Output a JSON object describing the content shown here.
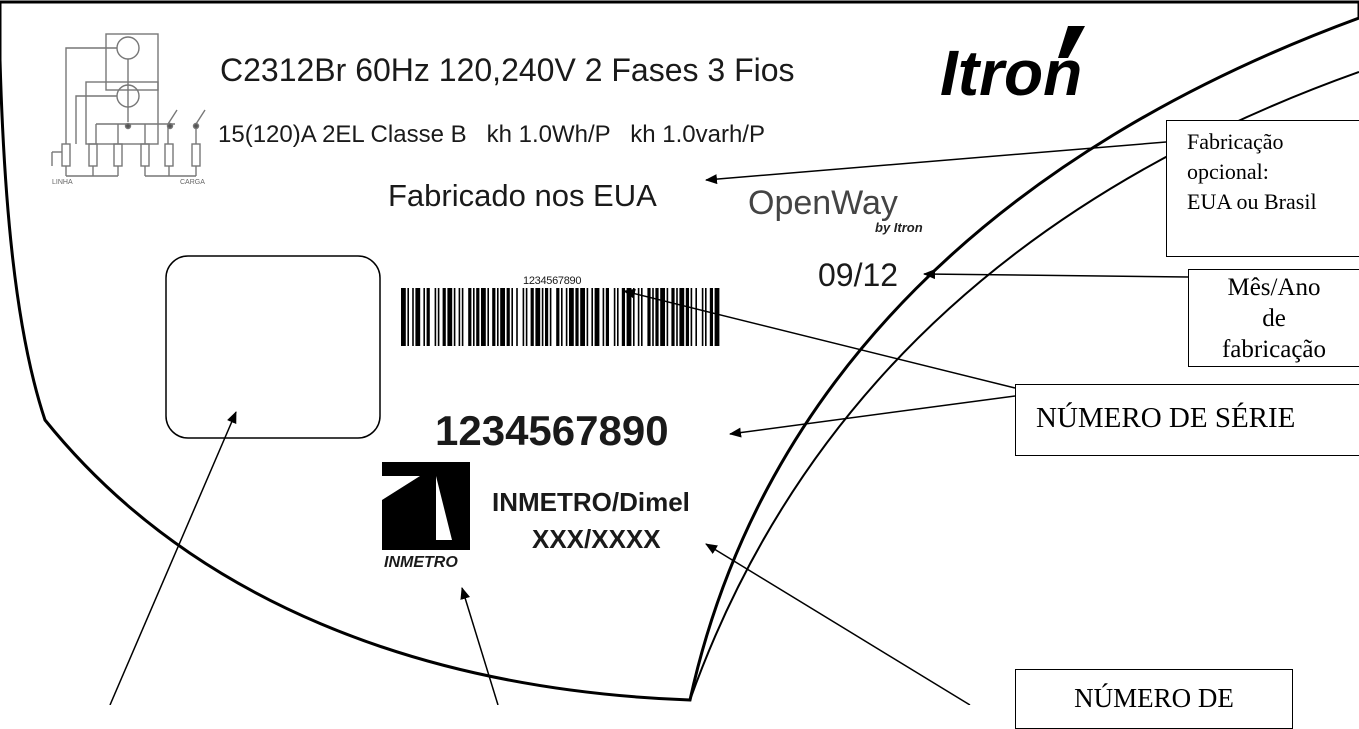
{
  "label": {
    "spec_line1": "C2312Br 60Hz 120,240V  2 Fases 3 Fios",
    "spec_line2": "15(120)A 2EL Classe B   kh 1.0Wh/P   kh 1.0varh/P",
    "made_in": "Fabricado nos EUA",
    "date_code": "09/12",
    "barcode_text": "1234567890",
    "serial_number": "1234567890",
    "inmetro_line1": "INMETRO/Dimel",
    "inmetro_line2": "XXX/XXXX",
    "inmetro_logo_text": "INMETRO",
    "brand_logo": "Itron",
    "product_logo": "OpenWay",
    "product_logo_by": "by Itron",
    "diagram_left_label": "LINHA",
    "diagram_right_label": "CARGA"
  },
  "callouts": {
    "fabricacao": [
      "Fabricação",
      "opcional:",
      "EUA ou Brasil"
    ],
    "mes_ano": [
      "Mês/Ano",
      "de",
      "fabricação"
    ],
    "numero_serie": "NÚMERO DE SÉRIE",
    "numero_de": "NÚMERO DE"
  }
}
